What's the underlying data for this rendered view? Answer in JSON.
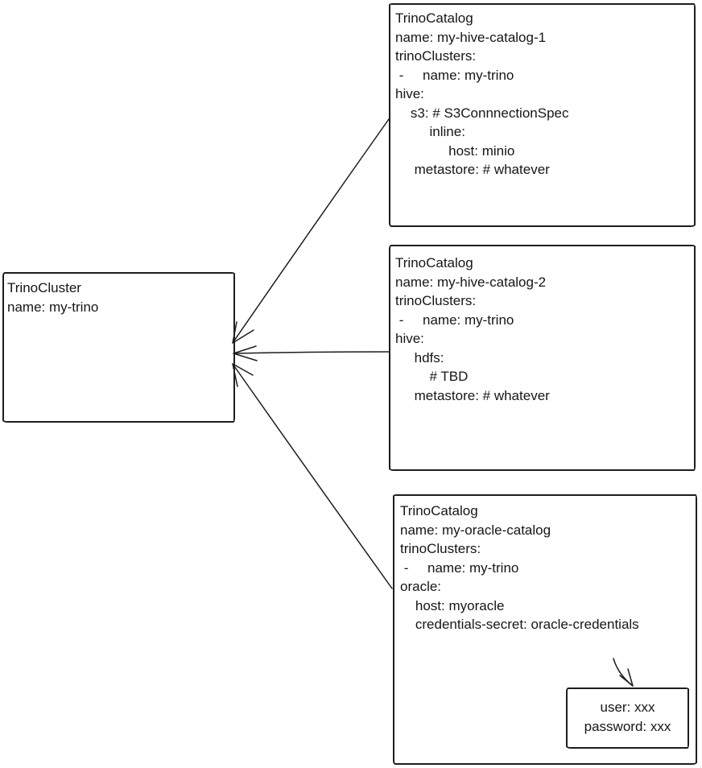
{
  "colors": {
    "background": "#ffffff",
    "stroke": "#1d1d1d",
    "text": "#161616"
  },
  "nodes": {
    "cluster": {
      "lines": [
        "TrinoCluster",
        "name: my-trino"
      ]
    },
    "catalog1": {
      "lines": [
        "TrinoCatalog",
        "name: my-hive-catalog-1",
        "trinoClusters:",
        " -     name: my-trino",
        "hive:",
        "    s3: # S3ConnnectionSpec",
        "         inline:",
        "              host: minio",
        "     metastore: # whatever"
      ]
    },
    "catalog2": {
      "lines": [
        "TrinoCatalog",
        "name: my-hive-catalog-2",
        "trinoClusters:",
        " -     name: my-trino",
        "hive:",
        "     hdfs:",
        "         # TBD",
        "     metastore: # whatever"
      ]
    },
    "catalog3": {
      "lines": [
        "TrinoCatalog",
        "name: my-oracle-catalog",
        "trinoClusters:",
        " -     name: my-trino",
        "oracle:",
        "    host: myoracle",
        "    credentials-secret: oracle-credentials"
      ]
    },
    "credentials": {
      "lines": [
        "user: xxx",
        "password: xxx"
      ]
    }
  }
}
